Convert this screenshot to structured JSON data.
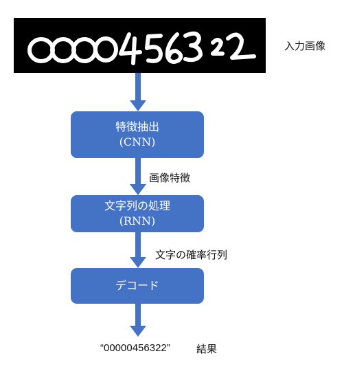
{
  "input_label": "入力画像",
  "input_image_alt": "0000456322",
  "boxes": [
    {
      "line1": "特徴抽出",
      "line2": "(CNN)"
    },
    {
      "line1": "文字列の処理",
      "line2": "(RNN)"
    },
    {
      "line1": "デコード",
      "line2": ""
    }
  ],
  "edge_labels": {
    "after_cnn": "画像特徴",
    "after_rnn": "文字の確率行列"
  },
  "result": {
    "text": "“00000456322”",
    "label": "結果"
  },
  "colors": {
    "box": "#4472c4",
    "arrow": "#4472c4",
    "image_bg": "#000000",
    "ink": "#ffffff"
  }
}
